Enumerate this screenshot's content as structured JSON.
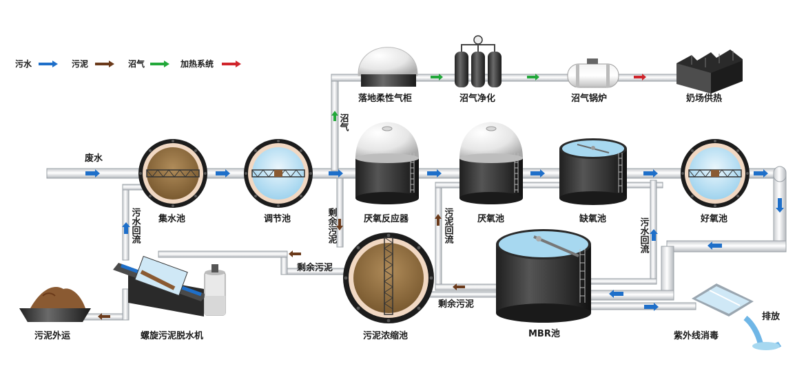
{
  "legend": {
    "sewage": "污水",
    "sludge": "污泥",
    "biogas": "沼气",
    "heating": "加热系统",
    "colors": {
      "sewage": "#1e6fc9",
      "sludge": "#6b3a1a",
      "biogas": "#22a83a",
      "heating": "#d0242b"
    }
  },
  "units": {
    "wastewater_in": "废水",
    "collection_tank": "集水池",
    "equalization_tank": "调节池",
    "anaerobic_reactor": "厌氧反应器",
    "anaerobic_tank": "厌氧池",
    "anoxic_tank": "缺氧池",
    "aerobic_tank": "好氧池",
    "mbr_tank": "MBR池",
    "sludge_thickener": "污泥浓缩池",
    "screw_dewatering": "螺旋污泥脱水机",
    "sludge_outbound": "污泥外运",
    "uv_disinfection": "紫外线消毒",
    "discharge": "排放",
    "gas_holder": "落地柔性气柜",
    "biogas_purification": "沼气净化",
    "biogas_boiler": "沼气锅炉",
    "dairy_heating": "奶场供热"
  },
  "flows": {
    "biogas_vertical": "沼气",
    "return_sewage_left": "污水回流",
    "excess_sludge_vertical": "剩余污泥",
    "sludge_return_vertical": "污泥回流",
    "return_sewage_right": "污水回流",
    "excess_sludge_top": "剩余污泥",
    "excess_sludge_bottom": "剩余污泥"
  }
}
